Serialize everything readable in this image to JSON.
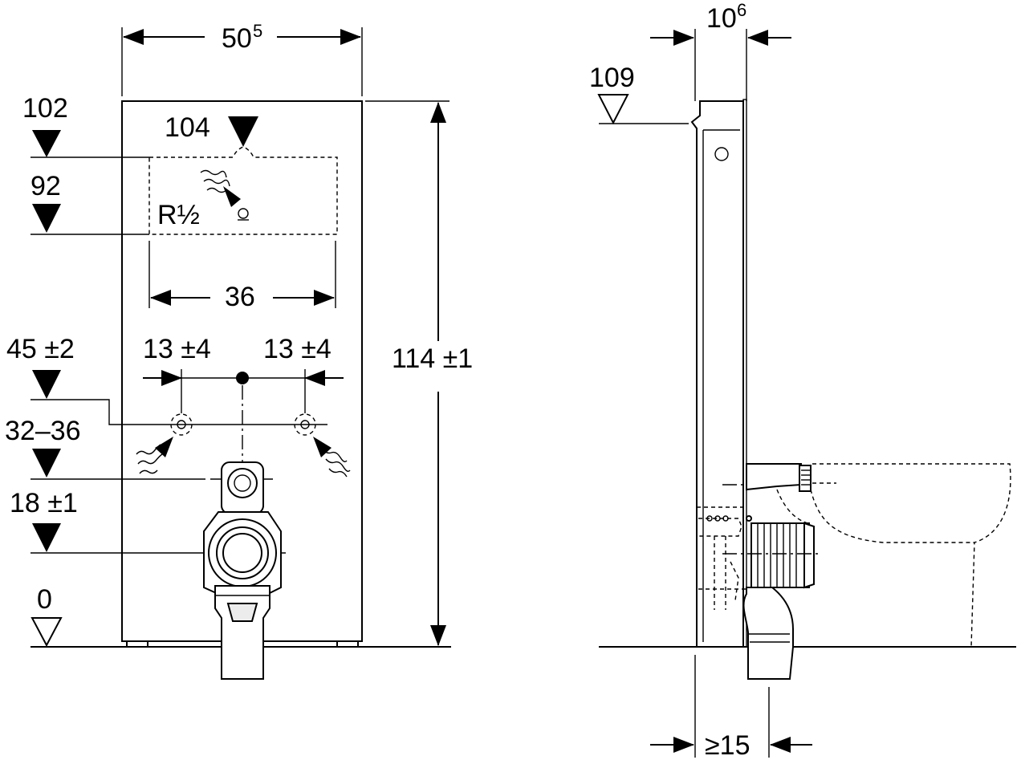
{
  "front_view": {
    "width_dim": {
      "value": "50",
      "superscript": "5"
    },
    "supply_width_dim": "36",
    "offset_left_dim": "13 ±4",
    "offset_right_dim": "13 ±4",
    "height_dim": "114 ±1",
    "thread_label": "R½",
    "levels": [
      {
        "value": "102",
        "marker": "filled"
      },
      {
        "value": "104",
        "marker": "filled"
      },
      {
        "value": "92",
        "marker": "filled"
      },
      {
        "value": "45 ±2",
        "marker": "filled"
      },
      {
        "value": "32–36",
        "marker": "filled"
      },
      {
        "value": "18 ±1",
        "marker": "filled"
      },
      {
        "value": "0",
        "marker": "outline"
      }
    ]
  },
  "side_view": {
    "depth_dim": {
      "value": "10",
      "superscript": "6"
    },
    "top_level": {
      "value": "109",
      "marker": "outline"
    },
    "wall_clearance_dim": "≥15"
  }
}
